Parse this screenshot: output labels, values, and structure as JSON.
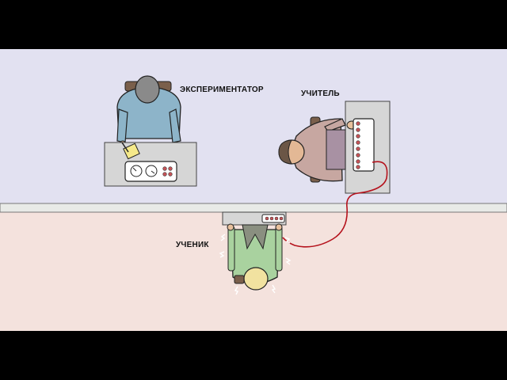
{
  "labels": {
    "experimenter": "ЭКСПЕРИМЕНТАТОР",
    "teacher": "УЧИТЕЛЬ",
    "learner": "УЧЕНИК"
  },
  "icons": {
    "experimenter": "person-topdown-icon",
    "teacher": "person-topdown-icon",
    "learner": "person-topdown-icon",
    "shock_generator": "switch-panel-icon",
    "dials": "clock-dial-icon",
    "electrode_panel": "electrode-panel-icon"
  },
  "colors": {
    "letterbox": "#000000",
    "upper_room": "#e2e1f1",
    "lower_room": "#f4e2dd",
    "wall": "#e8eae7",
    "table": "#d6d6d6",
    "wire": "#b5121c",
    "experimenter_shirt": "#8db4c9",
    "teacher_shirt": "#c7a7a1",
    "learner_shirt": "#a9d29f",
    "button_red": "#c65458"
  }
}
